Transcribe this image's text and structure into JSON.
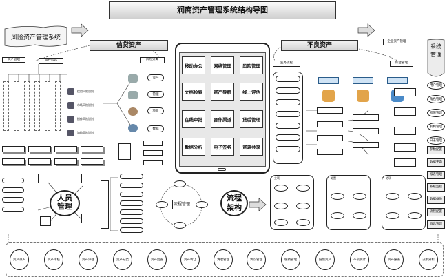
{
  "title": "润商资产管理系统结构导图",
  "left_banner": "风险资产管理系统",
  "right_banner_lines": [
    "系统",
    "管理"
  ],
  "credit_assets": "信贷资产",
  "nonperforming_assets": "不良资产",
  "top_right_tag": "企业资产管理",
  "tablet_apps": [
    "移动办公",
    "网络管理",
    "风险管理",
    "文档检索",
    "资产导航",
    "线上评估",
    "在线审批",
    "合作渠道",
    "贷后管理",
    "数据分析",
    "电子签名",
    "资源共享"
  ],
  "people_mgmt": [
    "人员",
    "管理"
  ],
  "process_arch": [
    "流程",
    "架构"
  ],
  "center_circle": "流程管理",
  "left_tags": [
    "资产管理",
    "资产信息",
    "风险分类",
    "业务流程",
    "综合管理"
  ],
  "left_icon_labels": [
    "信用风险识别",
    "市场风险识别",
    "操作风险识别",
    "流动风险识别"
  ],
  "mid_icon_labels": [
    "资产",
    "管理",
    "项目",
    "数据"
  ],
  "right_column": [
    "用户管理",
    "角色管理",
    "权限管理",
    "机构管理",
    "日志管理",
    "参数配置",
    "数据字典",
    "报表管理",
    "系统监控",
    "数据备份",
    "流程配置",
    "消息管理"
  ],
  "bottom_items": [
    "资产录入",
    "资产审核",
    "资产评估",
    "资产分类",
    "资产处置",
    "资产转让",
    "清收管理",
    "诉讼管理",
    "核销管理",
    "抵债资产",
    "不良统计",
    "资产报表",
    "决策分析"
  ],
  "panel_titles": [
    "立项",
    "处置",
    "结项"
  ]
}
